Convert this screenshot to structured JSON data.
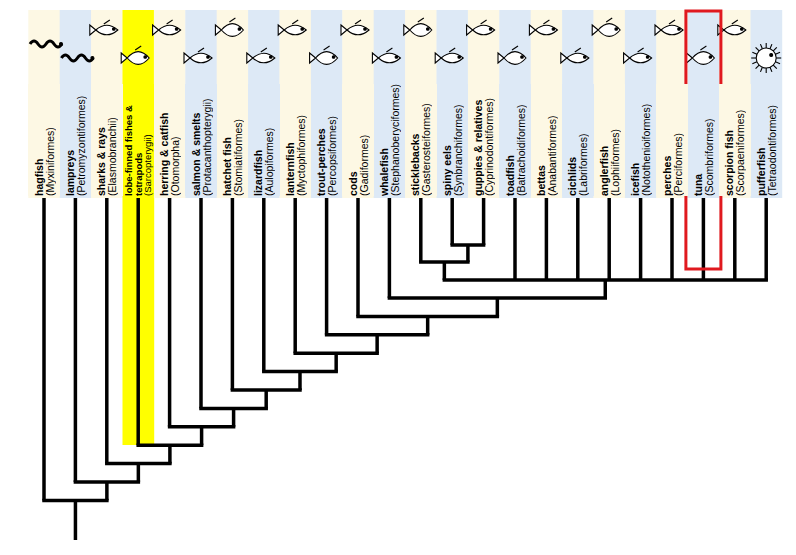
{
  "diagram": {
    "nodes": [
      {
        "text": [
          "hagfish",
          "(Myxiniformes)"
        ]
      },
      {
        "text": [
          "lampreys",
          "(Petromyzontiformes)"
        ]
      },
      {
        "text": [
          "sharks & rays",
          "(Elasmobranchii)"
        ]
      },
      {
        "text": [
          "lobe-finned fishes & tetrapods",
          "(Sarcopterygii)"
        ]
      },
      {
        "text": [
          "herring & catfish",
          "(Otomorpha)"
        ]
      },
      {
        "text": [
          "salmon & smelts",
          "(Protacanthopterygii)"
        ]
      },
      {
        "text": [
          "hatchet fish",
          "(Stomiatiformes)"
        ]
      },
      {
        "text": [
          "lizardfish",
          "(Aulopiformes)"
        ]
      },
      {
        "text": [
          "lanternfish",
          "(Myctophiformes)"
        ]
      },
      {
        "text": [
          "trout-perches",
          "(Percopsiformes)"
        ]
      },
      {
        "text": [
          "cods",
          "(Gadiformes)"
        ]
      },
      {
        "text": [
          "whalefish",
          "(Stephanoberyciformes)"
        ]
      },
      {
        "text": [
          "sticklebacks",
          "(Gasterosteiformes)"
        ]
      },
      {
        "text": [
          "spiny eels",
          "(Synbranchiformes)"
        ]
      },
      {
        "text": [
          "guppies & relatives",
          "(Cyprinodontiformes)"
        ]
      },
      {
        "text": [
          "toadfish",
          "(Batrachoidiformes)"
        ]
      },
      {
        "text": [
          "bettas",
          "(Anabantiformes)"
        ]
      },
      {
        "text": [
          "cichlids",
          "(Labriformes)"
        ]
      },
      {
        "text": [
          "anglerfish",
          "(Lophiiformes)"
        ]
      },
      {
        "text": [
          "icefish",
          "(Notothenioiformes)"
        ]
      },
      {
        "text": [
          "perches",
          "(Perciformes)"
        ]
      },
      {
        "text": [
          "tuna",
          "(Scombriformes)"
        ]
      },
      {
        "text": [
          "scorpion fish",
          "(Scorpaeniformes)"
        ]
      },
      {
        "text": [
          "pufferfish",
          "(Tetraodontiformes)"
        ]
      }
    ]
  }
}
